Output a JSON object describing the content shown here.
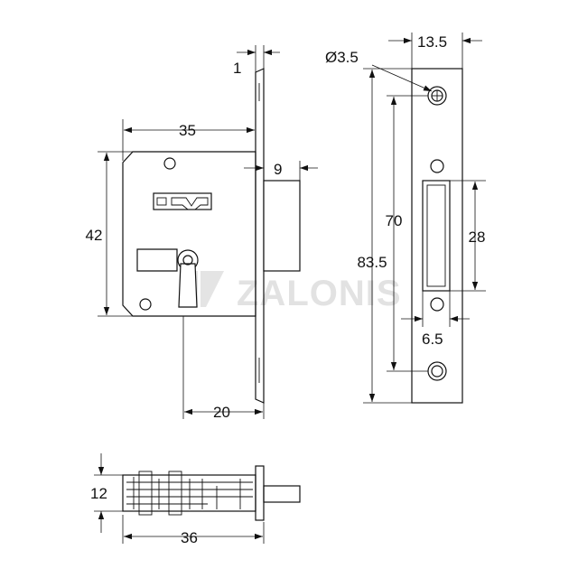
{
  "watermark": {
    "brand": "ZALONIS"
  },
  "dimensions": {
    "faceplate_thickness": "1",
    "case_width": "35",
    "bolt_throw": "9",
    "case_height": "42",
    "backset": "20",
    "faceplate_width": "13.5",
    "screw_hole": "Ø3.5",
    "faceplate_height": "83.5",
    "screw_centers": "70",
    "bolt_height": "28",
    "bolt_width": "6.5",
    "case_depth": "12",
    "overall_depth": "36"
  }
}
